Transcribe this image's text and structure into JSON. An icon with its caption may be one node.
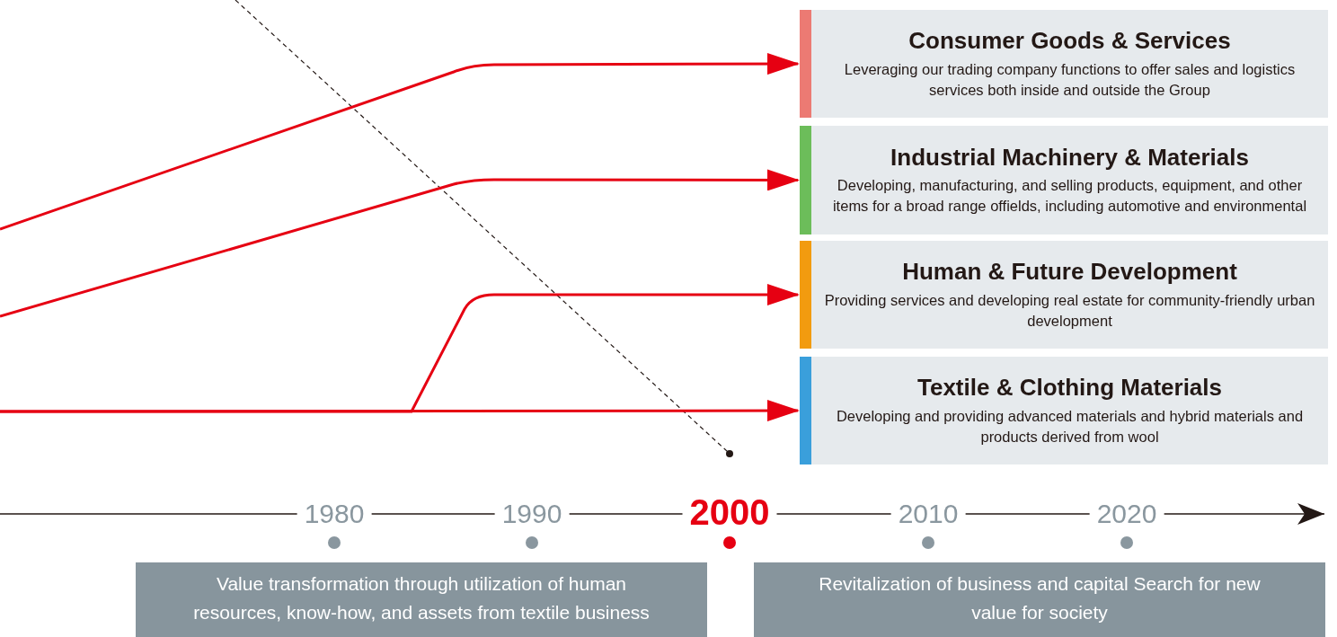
{
  "diagram": {
    "nodes": [
      {
        "text": [
          "Consumer Goods & Services",
          "Leveraging our trading company functions to offer sales and logistics services both inside and outside the Group"
        ]
      },
      {
        "text": [
          "Industrial Machinery & Materials",
          "Developing, manufacturing, and selling products, equipment, and other items for a broad range offields, including automotive and environmental"
        ]
      },
      {
        "text": [
          "Human & Future Development",
          "Providing services and developing real estate for community-friendly urban development"
        ]
      },
      {
        "text": [
          "Textile & Clothing Materials",
          "Developing and providing advanced materials and hybrid materials and products derived from wool"
        ]
      },
      {
        "text": [
          "Value transformation through utilization of human resources, know-how, and assets from textile business"
        ]
      },
      {
        "text": [
          "Revitalization of business and capital Search for new value for society"
        ]
      }
    ],
    "edges": [
      {
        "from": null,
        "to": 0,
        "arrow": "to",
        "color": "#e60012"
      },
      {
        "from": null,
        "to": 1,
        "arrow": "to",
        "color": "#e60012"
      },
      {
        "from": null,
        "to": 2,
        "arrow": "to",
        "color": "#e60012"
      },
      {
        "from": null,
        "to": 3,
        "arrow": "to",
        "color": "#e60012"
      }
    ],
    "labels": [
      "1980",
      "1990",
      "2000",
      "2010",
      "2020"
    ]
  }
}
